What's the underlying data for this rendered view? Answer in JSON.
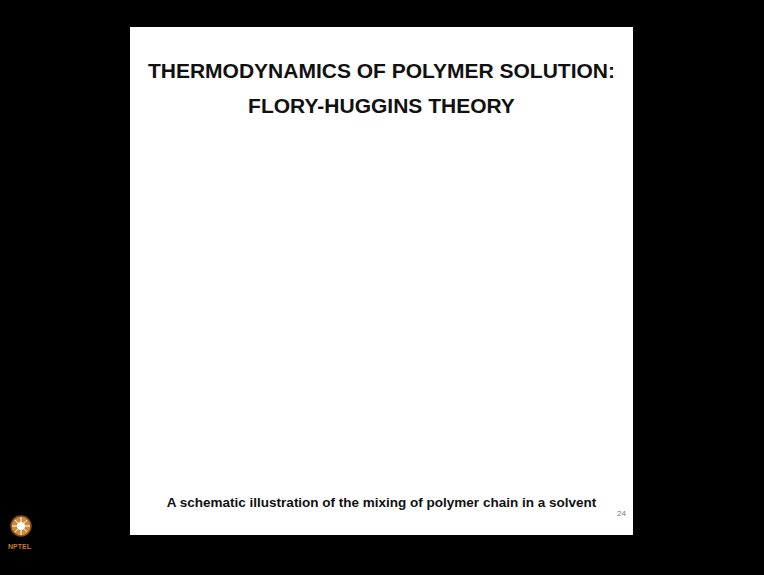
{
  "diagram": {
    "title": "THERMODYNAMICS OF POLYMER SOLUTION: FLORY-HUGGINS THEORY",
    "caption": "A schematic illustration of the mixing of polymer chain in a solvent",
    "labels": [
      "24",
      "NPTEL"
    ]
  }
}
